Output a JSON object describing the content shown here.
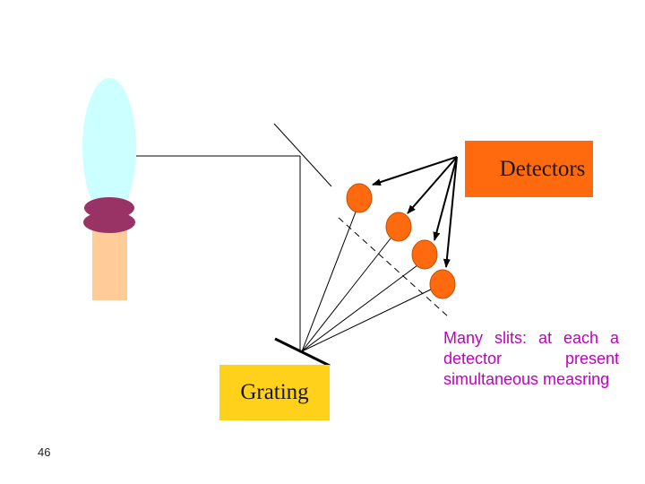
{
  "labels": {
    "detectors": "Detectors",
    "grating": "Grating",
    "note": "Many slits:  at each a detector     present simultaneous measring",
    "page_number": "46"
  },
  "colors": {
    "flame": "#ccffff",
    "burner_rings": "#993366",
    "burner_stem": "#ffcc99",
    "detector_fill": "#ff6a0e",
    "detector_box": "#ff6a0e",
    "grating_box": "#ffd11a",
    "note_text": "#c000c0",
    "lines": "#000000"
  },
  "icons": {
    "flame": "flame-icon",
    "burner": "burner-icon",
    "mirror": "mirror-icon",
    "grating_element": "grating-icon",
    "detector": "detector-icon"
  }
}
